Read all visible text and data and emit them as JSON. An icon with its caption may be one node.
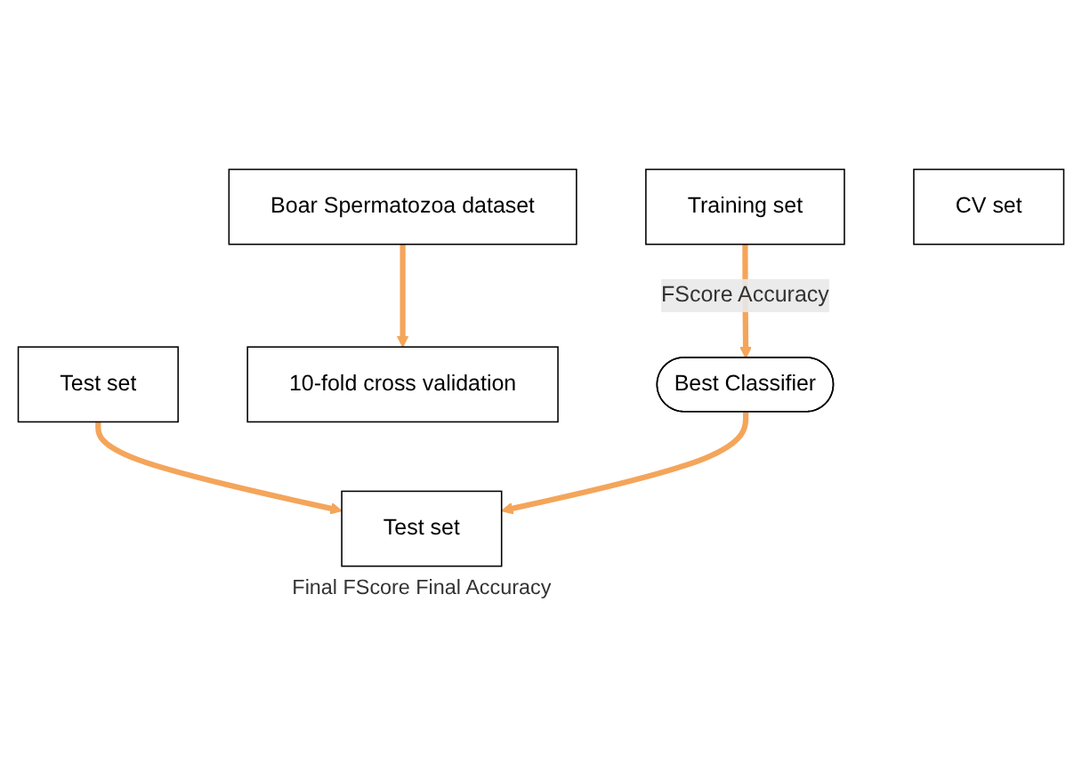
{
  "diagram": {
    "nodes": [
      {
        "text": [
          "Boar Spermatozoa dataset"
        ]
      },
      {
        "text": [
          "Test set"
        ]
      },
      {
        "text": [
          "10-fold cross validation"
        ]
      },
      {
        "text": [
          "Training set"
        ]
      },
      {
        "text": [
          "CV set"
        ]
      },
      {
        "text": [
          "Best Classifier"
        ]
      },
      {
        "text": [
          "Test set"
        ],
        "beside": [
          "Final FScore Final Accuracy"
        ]
      }
    ],
    "edges": [
      {
        "from": 0,
        "to": 2,
        "arrow": "to"
      },
      {
        "from": 3,
        "to": 5,
        "arrow": "to",
        "label": "FScore Accuracy"
      },
      {
        "from": 1,
        "to": 6,
        "arrow": "to"
      },
      {
        "from": 5,
        "to": 6,
        "arrow": "to"
      }
    ]
  }
}
